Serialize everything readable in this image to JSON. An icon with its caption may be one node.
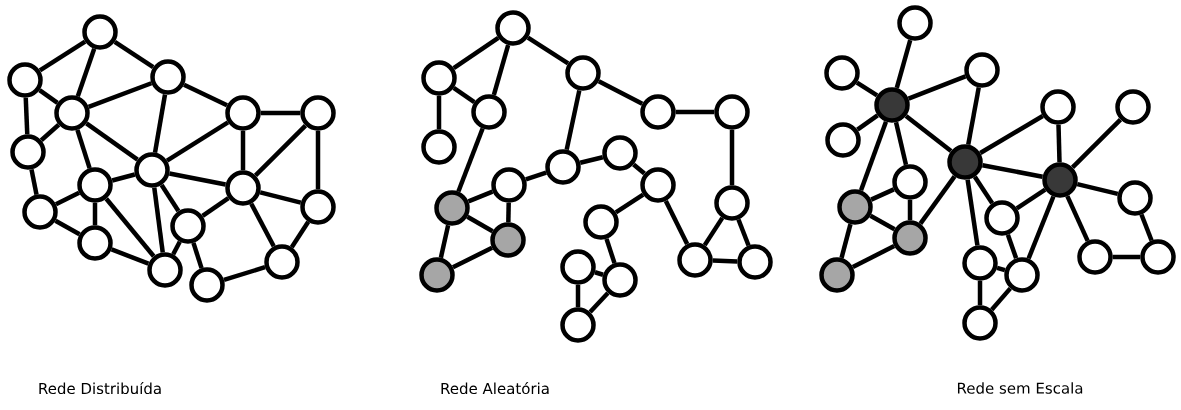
{
  "diagram": {
    "nodes": [
      {
        "text": [],
        "shape": "circle"
      },
      {
        "text": [],
        "shape": "circle"
      },
      {
        "text": [],
        "shape": "circle"
      },
      {
        "text": [],
        "shape": "circle"
      },
      {
        "text": [],
        "shape": "circle"
      },
      {
        "text": [],
        "shape": "circle"
      },
      {
        "text": [],
        "shape": "circle"
      },
      {
        "text": [],
        "shape": "circle"
      },
      {
        "text": [],
        "shape": "circle"
      },
      {
        "text": [],
        "shape": "circle"
      },
      {
        "text": [],
        "shape": "circle"
      },
      {
        "text": [],
        "shape": "circle"
      },
      {
        "text": [],
        "shape": "circle"
      },
      {
        "text": [],
        "shape": "circle"
      },
      {
        "text": [],
        "shape": "circle"
      },
      {
        "text": [],
        "shape": "circle"
      },
      {
        "text": [],
        "shape": "circle"
      },
      {
        "text": [],
        "shape": "circle"
      },
      {
        "text": [],
        "shape": "circle"
      },
      {
        "text": [],
        "shape": "circle"
      },
      {
        "text": [],
        "shape": "circle"
      },
      {
        "text": [],
        "shape": "circle"
      },
      {
        "text": [],
        "shape": "circle"
      },
      {
        "text": [],
        "shape": "circle"
      },
      {
        "text": [],
        "shape": "circle"
      },
      {
        "text": [],
        "shape": "circle"
      },
      {
        "text": [],
        "shape": "circle"
      },
      {
        "text": [],
        "shape": "circle"
      },
      {
        "text": [],
        "shape": "circle"
      },
      {
        "text": [],
        "shape": "circle"
      },
      {
        "text": [],
        "shape": "circle"
      },
      {
        "text": [],
        "shape": "circle"
      },
      {
        "text": [],
        "shape": "circle"
      },
      {
        "text": [],
        "shape": "circle"
      },
      {
        "text": [],
        "shape": "circle"
      },
      {
        "text": [],
        "shape": "circle"
      },
      {
        "text": [],
        "shape": "circle"
      },
      {
        "text": [],
        "shape": "circle"
      },
      {
        "text": [],
        "shape": "circle"
      },
      {
        "text": [],
        "shape": "circle"
      },
      {
        "text": [],
        "shape": "circle"
      },
      {
        "text": [],
        "shape": "circle"
      },
      {
        "text": [],
        "shape": "circle"
      },
      {
        "text": [],
        "shape": "circle"
      },
      {
        "text": [],
        "shape": "circle"
      },
      {
        "text": [],
        "shape": "circle"
      },
      {
        "text": [],
        "shape": "circle"
      },
      {
        "text": [],
        "shape": "circle"
      },
      {
        "text": [],
        "shape": "circle"
      },
      {
        "text": [],
        "shape": "circle"
      },
      {
        "text": [],
        "shape": "circle"
      },
      {
        "text": [],
        "shape": "circle"
      },
      {
        "text": [],
        "shape": "circle"
      },
      {
        "text": [],
        "shape": "circle"
      },
      {
        "text": [],
        "shape": "circle"
      },
      {
        "text": [],
        "shape": "circle"
      },
      {
        "text": [],
        "shape": "circle"
      },
      {
        "text": [],
        "shape": "circle"
      }
    ],
    "edges": [
      {
        "from": 0,
        "to": 1,
        "arrow": "none"
      },
      {
        "from": 0,
        "to": 3,
        "arrow": "none"
      },
      {
        "from": 0,
        "to": 2,
        "arrow": "none"
      },
      {
        "from": 1,
        "to": 3,
        "arrow": "none"
      },
      {
        "from": 1,
        "to": 6,
        "arrow": "none"
      },
      {
        "from": 3,
        "to": 2,
        "arrow": "none"
      },
      {
        "from": 3,
        "to": 6,
        "arrow": "none"
      },
      {
        "from": 3,
        "to": 7,
        "arrow": "none"
      },
      {
        "from": 3,
        "to": 8,
        "arrow": "none"
      },
      {
        "from": 2,
        "to": 7,
        "arrow": "none"
      },
      {
        "from": 2,
        "to": 4,
        "arrow": "none"
      },
      {
        "from": 4,
        "to": 7,
        "arrow": "none"
      },
      {
        "from": 4,
        "to": 5,
        "arrow": "none"
      },
      {
        "from": 4,
        "to": 9,
        "arrow": "none"
      },
      {
        "from": 5,
        "to": 9,
        "arrow": "none"
      },
      {
        "from": 5,
        "to": 10,
        "arrow": "none"
      },
      {
        "from": 7,
        "to": 9,
        "arrow": "none"
      },
      {
        "from": 7,
        "to": 8,
        "arrow": "none"
      },
      {
        "from": 7,
        "to": 14,
        "arrow": "none"
      },
      {
        "from": 7,
        "to": 12,
        "arrow": "none"
      },
      {
        "from": 6,
        "to": 11,
        "arrow": "none"
      },
      {
        "from": 11,
        "to": 8,
        "arrow": "none"
      },
      {
        "from": 11,
        "to": 13,
        "arrow": "none"
      },
      {
        "from": 8,
        "to": 13,
        "arrow": "none"
      },
      {
        "from": 8,
        "to": 14,
        "arrow": "none"
      },
      {
        "from": 13,
        "to": 14,
        "arrow": "none"
      },
      {
        "from": 9,
        "to": 12,
        "arrow": "none"
      },
      {
        "from": 9,
        "to": 15,
        "arrow": "none"
      },
      {
        "from": 9,
        "to": 10,
        "arrow": "none"
      },
      {
        "from": 10,
        "to": 15,
        "arrow": "none"
      },
      {
        "from": 12,
        "to": 14,
        "arrow": "none"
      },
      {
        "from": 12,
        "to": 16,
        "arrow": "none"
      },
      {
        "from": 16,
        "to": 15,
        "arrow": "none"
      },
      {
        "from": 17,
        "to": 18,
        "arrow": "none"
      },
      {
        "from": 17,
        "to": 20,
        "arrow": "none"
      },
      {
        "from": 17,
        "to": 19,
        "arrow": "none"
      },
      {
        "from": 18,
        "to": 20,
        "arrow": "none"
      },
      {
        "from": 18,
        "to": 23,
        "arrow": "none"
      },
      {
        "from": 20,
        "to": 28,
        "arrow": "none"
      },
      {
        "from": 19,
        "to": 21,
        "arrow": "none"
      },
      {
        "from": 19,
        "to": 25,
        "arrow": "none"
      },
      {
        "from": 21,
        "to": 22,
        "arrow": "none"
      },
      {
        "from": 22,
        "to": 29,
        "arrow": "none"
      },
      {
        "from": 25,
        "to": 24,
        "arrow": "none"
      },
      {
        "from": 25,
        "to": 26,
        "arrow": "none"
      },
      {
        "from": 24,
        "to": 27,
        "arrow": "none"
      },
      {
        "from": 27,
        "to": 30,
        "arrow": "none"
      },
      {
        "from": 27,
        "to": 32,
        "arrow": "none"
      },
      {
        "from": 29,
        "to": 32,
        "arrow": "none"
      },
      {
        "from": 29,
        "to": 33,
        "arrow": "none"
      },
      {
        "from": 32,
        "to": 33,
        "arrow": "none"
      },
      {
        "from": 26,
        "to": 28,
        "arrow": "none"
      },
      {
        "from": 26,
        "to": 31,
        "arrow": "none"
      },
      {
        "from": 28,
        "to": 31,
        "arrow": "none"
      },
      {
        "from": 28,
        "to": 34,
        "arrow": "none"
      },
      {
        "from": 31,
        "to": 34,
        "arrow": "none"
      },
      {
        "from": 30,
        "to": 36,
        "arrow": "none"
      },
      {
        "from": 35,
        "to": 36,
        "arrow": "none"
      },
      {
        "from": 35,
        "to": 37,
        "arrow": "none"
      },
      {
        "from": 36,
        "to": 37,
        "arrow": "none"
      },
      {
        "from": 38,
        "to": 41,
        "arrow": "none"
      },
      {
        "from": 39,
        "to": 41,
        "arrow": "none"
      },
      {
        "from": 44,
        "to": 41,
        "arrow": "none"
      },
      {
        "from": 41,
        "to": 40,
        "arrow": "none"
      },
      {
        "from": 41,
        "to": 45,
        "arrow": "none"
      },
      {
        "from": 41,
        "to": 47,
        "arrow": "none"
      },
      {
        "from": 41,
        "to": 49,
        "arrow": "none"
      },
      {
        "from": 40,
        "to": 45,
        "arrow": "none"
      },
      {
        "from": 45,
        "to": 42,
        "arrow": "none"
      },
      {
        "from": 45,
        "to": 46,
        "arrow": "none"
      },
      {
        "from": 45,
        "to": 50,
        "arrow": "none"
      },
      {
        "from": 45,
        "to": 52,
        "arrow": "none"
      },
      {
        "from": 45,
        "to": 51,
        "arrow": "none"
      },
      {
        "from": 42,
        "to": 46,
        "arrow": "none"
      },
      {
        "from": 43,
        "to": 46,
        "arrow": "none"
      },
      {
        "from": 46,
        "to": 48,
        "arrow": "none"
      },
      {
        "from": 46,
        "to": 54,
        "arrow": "none"
      },
      {
        "from": 46,
        "to": 50,
        "arrow": "none"
      },
      {
        "from": 46,
        "to": 53,
        "arrow": "none"
      },
      {
        "from": 48,
        "to": 55,
        "arrow": "none"
      },
      {
        "from": 54,
        "to": 55,
        "arrow": "none"
      },
      {
        "from": 49,
        "to": 47,
        "arrow": "none"
      },
      {
        "from": 49,
        "to": 51,
        "arrow": "none"
      },
      {
        "from": 47,
        "to": 51,
        "arrow": "none"
      },
      {
        "from": 49,
        "to": 56,
        "arrow": "none"
      },
      {
        "from": 51,
        "to": 56,
        "arrow": "none"
      },
      {
        "from": 50,
        "to": 53,
        "arrow": "none"
      },
      {
        "from": 52,
        "to": 53,
        "arrow": "none"
      },
      {
        "from": 52,
        "to": 57,
        "arrow": "none"
      },
      {
        "from": 53,
        "to": 57,
        "arrow": "none"
      }
    ],
    "labels": [
      "Rede Distribuída",
      "Rede Aleatória",
      "Rede sem Escala"
    ]
  }
}
